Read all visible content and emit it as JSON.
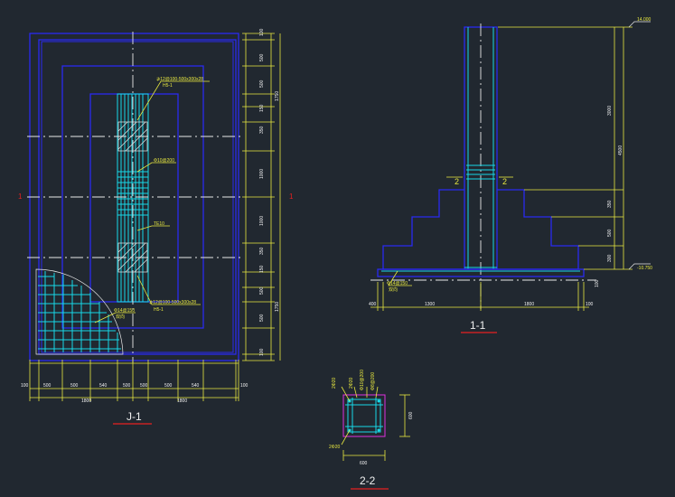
{
  "plan": {
    "title": "J-1",
    "axis_mark": "1",
    "rebar_top": "⊉12@100-500x300x28",
    "rebar_top_sub": "H5-1",
    "rebar_mid": "Φ10@200",
    "rebar_mid2": "TE10",
    "rebar_bot": "⊉12@100-500x300x28",
    "rebar_bot_sub": "H5-1",
    "mesh_label": "Φ14@150",
    "mesh_label_sub": "双向",
    "right_dims": [
      "100",
      "500",
      "500",
      "150",
      "350",
      "1000",
      "1000",
      "350",
      "150",
      "500",
      "500",
      "100"
    ],
    "right_totals": [
      "1750",
      "1750"
    ],
    "bottom_dims": [
      "100",
      "500",
      "500",
      "540",
      "500",
      "500",
      "500",
      "540",
      "100"
    ],
    "bottom_totals": [
      "1800",
      "1800"
    ]
  },
  "section11": {
    "title": "1-1",
    "cut_label": "2",
    "elev_top": "14.000",
    "elev_bottom": "-10.750",
    "height_dims": [
      "3000",
      "350",
      "500",
      "300"
    ],
    "height_total": "4500",
    "bottom_small": "100",
    "left_small": "400",
    "widths": [
      "1300",
      "1800"
    ],
    "right_small": "100",
    "rebar_label": "Φ14@150",
    "rebar_label_sub": "双向"
  },
  "section22": {
    "title": "2-2",
    "top_labels": [
      "2Φ20",
      "2Φ20",
      "Φ10@200",
      "Φ8@200"
    ],
    "bottom_label": "2Φ20",
    "width": "600",
    "height": "600"
  },
  "colors": {
    "background": "#212830",
    "outline": "#2a2af0",
    "rebar": "#18d8e8",
    "dimension": "#e8e840",
    "accent": "#e82020"
  }
}
